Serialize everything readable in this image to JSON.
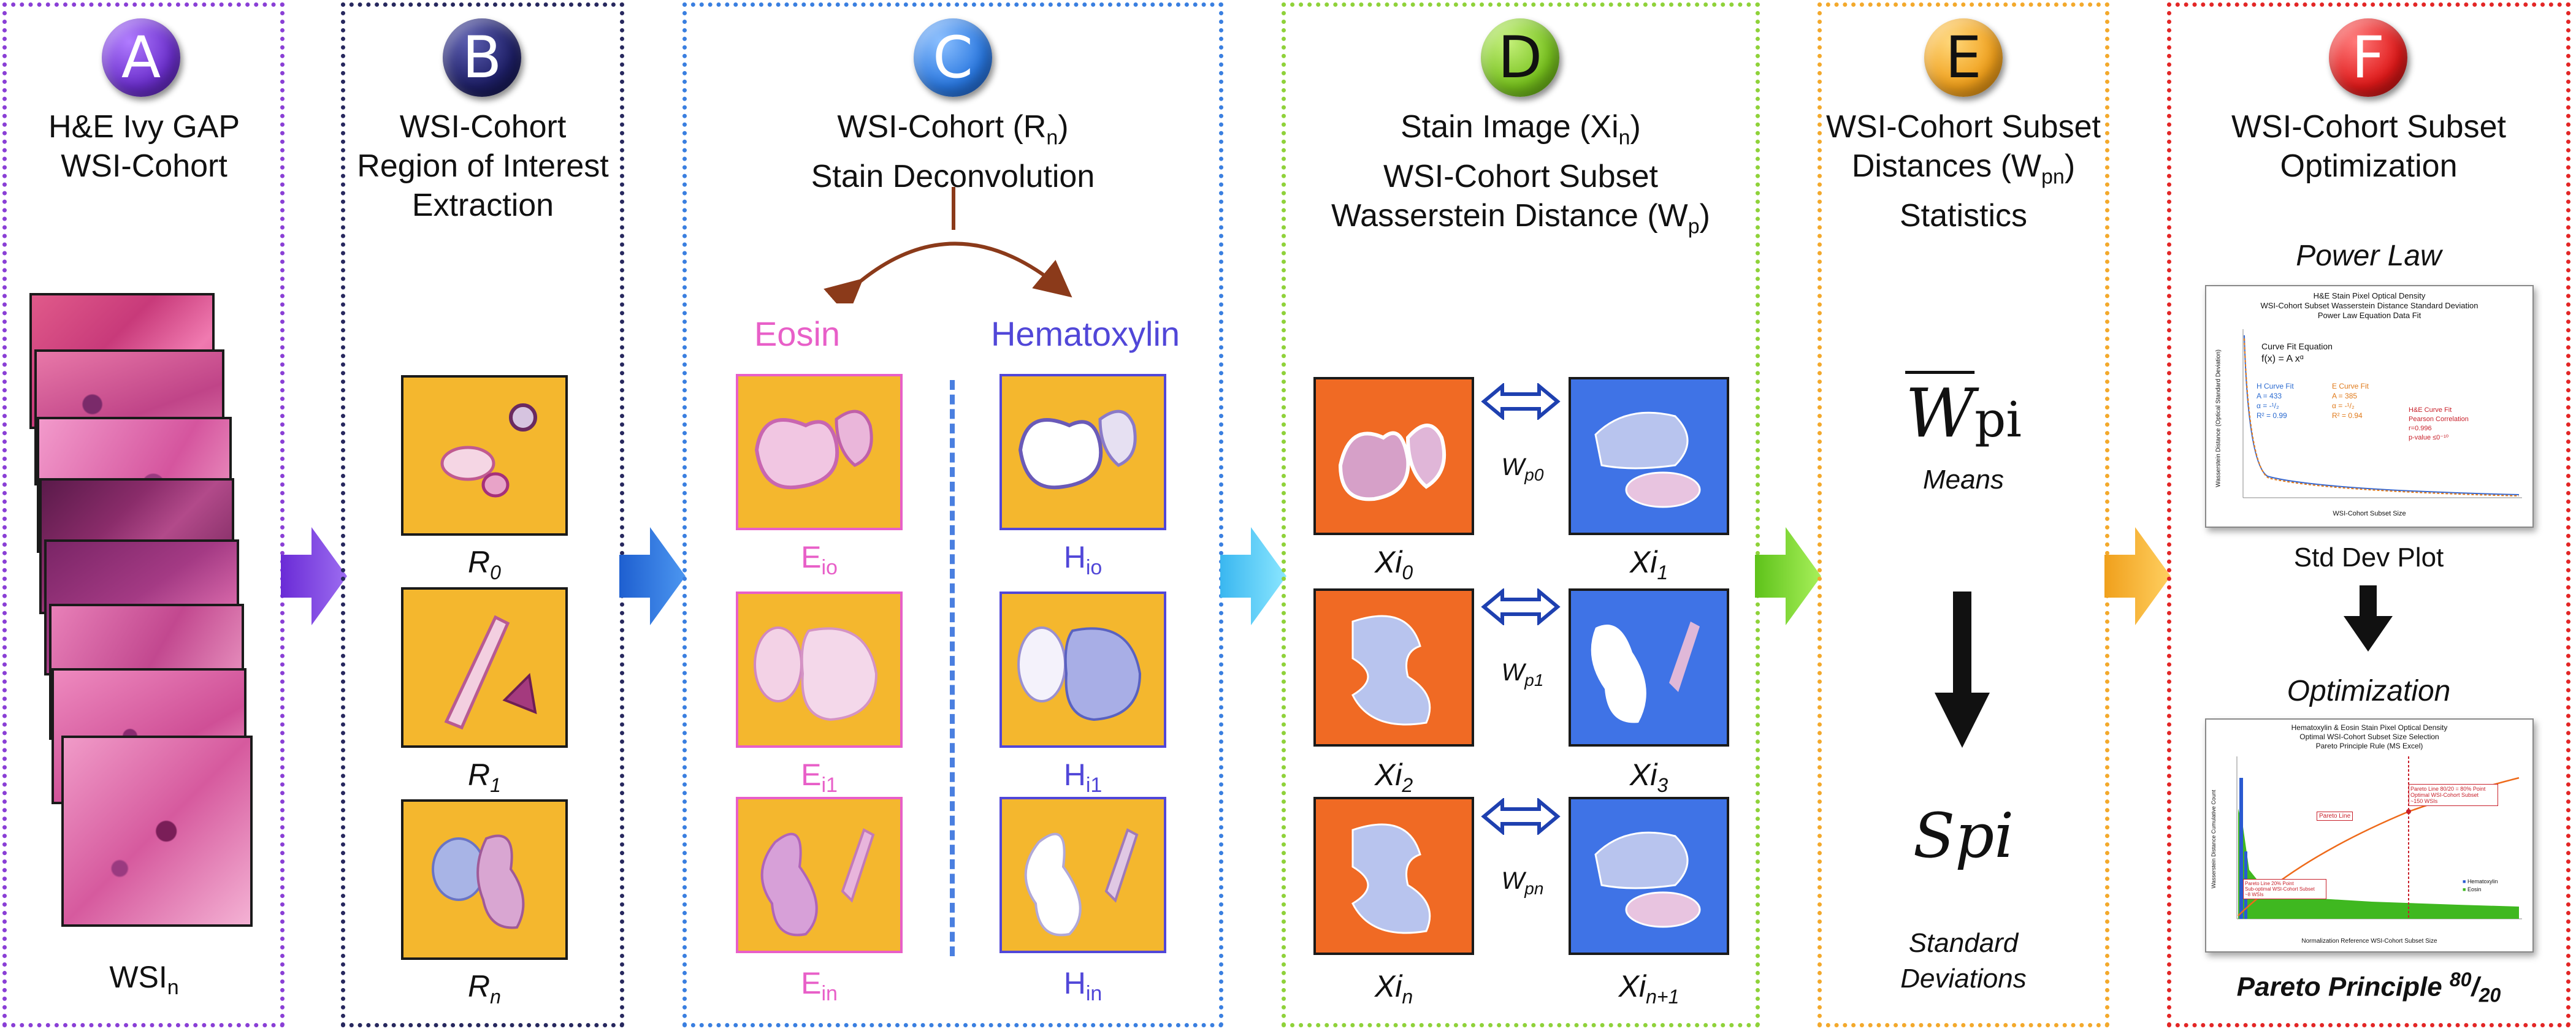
{
  "panels": {
    "a": {
      "badge": "A",
      "title1": "H&E Ivy GAP",
      "title2": "WSI-Cohort",
      "caption_main": "WSI",
      "caption_sub": "n"
    },
    "b": {
      "badge": "B",
      "title1": "WSI-Cohort",
      "title2": "Region of Interest",
      "title3": "Extraction",
      "tiles": [
        {
          "main": "R",
          "sub": "0"
        },
        {
          "main": "R",
          "sub": "1"
        },
        {
          "main": "R",
          "sub": "n"
        }
      ]
    },
    "c": {
      "badge": "C",
      "title1_main": "WSI-Cohort (R",
      "title1_sub": "n",
      "title1_end": ")",
      "title2": "Stain Deconvolution",
      "eosin_label": "Eosin",
      "hema_label": "Hematoxylin",
      "eosin_tiles": [
        {
          "main": "E",
          "sub": "io"
        },
        {
          "main": "E",
          "sub": "i1"
        },
        {
          "main": "E",
          "sub": "in"
        }
      ],
      "hema_tiles": [
        {
          "main": "H",
          "sub": "io"
        },
        {
          "main": "H",
          "sub": "i1"
        },
        {
          "main": "H",
          "sub": "in"
        }
      ]
    },
    "d": {
      "badge": "D",
      "title1_main": "Stain Image (Xi",
      "title1_sub": "n",
      "title1_end": ")",
      "title2": "WSI-Cohort Subset",
      "title3_main": "Wasserstein Distance (W",
      "title3_sub": "p",
      "title3_end": ")",
      "left_tiles": [
        {
          "main": "Xi",
          "sub": "0"
        },
        {
          "main": "Xi",
          "sub": "2"
        },
        {
          "main": "Xi",
          "sub": "n"
        }
      ],
      "right_tiles": [
        {
          "main": "Xi",
          "sub": "1"
        },
        {
          "main": "Xi",
          "sub": "3"
        },
        {
          "main": "Xi",
          "sub": "n+1"
        }
      ],
      "distances": [
        {
          "main": "W",
          "sub": "p0"
        },
        {
          "main": "W",
          "sub": "p1"
        },
        {
          "main": "W",
          "sub": "pn"
        }
      ]
    },
    "e": {
      "badge": "E",
      "title1": "WSI-Cohort Subset",
      "title2_main": "Distances (W",
      "title2_sub": "pn",
      "title2_end": ")",
      "title3": "Statistics",
      "mean_symbol": "W",
      "mean_sub": "pi",
      "mean_label": "Means",
      "std_symbol": "Spi",
      "std_label1": "Standard",
      "std_label2": "Deviations"
    },
    "f": {
      "badge": "F",
      "title1": "WSI-Cohort Subset",
      "title2": "Optimization",
      "power_law_label": "Power Law",
      "std_plot": {
        "title1": "H&E Stain Pixel Optical Density",
        "title2": "WSI-Cohort Subset Wasserstein Distance Standard Deviation",
        "title3": "Power Law Equation Data Fit",
        "fit_heading": "Curve Fit Equation",
        "fit_eq": "f(x) = A xᵅ",
        "h_fit": [
          "H Curve Fit",
          "A = 433",
          "α = -¹/₂",
          "R² = 0.99"
        ],
        "e_fit": [
          "E Curve Fit",
          "A = 385",
          "α = -¹/₂",
          "R² = 0.94"
        ],
        "he_fit": [
          "H&E Curve Fit",
          "Pearson Correlation",
          "r=0.996",
          "p-value ≤0⁻¹⁰"
        ],
        "ylabel": "Wasserstein Distance (Optical Standard Deviation)",
        "xlabel": "WSI-Cohort Subset Size"
      },
      "std_dev_caption": "Std Dev Plot",
      "optimization_label": "Optimization",
      "pareto_plot": {
        "title1": "Hematoxylin & Eosin Stain Pixel Optical Density",
        "title2": "Optimal WSI-Cohort Subset Size Selection",
        "title3": "Pareto Principle Rule (MS Excel)",
        "legend": [
          "Hematoxylin",
          "Eosin"
        ],
        "callout": "Pareto Line 80/20 = 80% Point\nOptimal WSI-Cohort Subset\n~150 WSIs",
        "pareto_line": "Pareto Line",
        "small_note": "Pareto Line 20% Point\nSub-optimal WSI-Cohort Subset\n~8 WSIs",
        "xlabel": "Normalization Reference WSI-Cohort Subset Size",
        "ylabel": "Wasserstein Distance Cumulative Count"
      },
      "pareto_caption_main": "Pareto Principle ",
      "pareto_caption_sup": "80",
      "pareto_caption_slash": "/",
      "pareto_caption_sub": "20"
    }
  },
  "colors": {
    "a": "#8a3fd6",
    "b": "#27285e",
    "c": "#3a7fe0",
    "d": "#8fd23a",
    "e": "#f3a92c",
    "f": "#e32626",
    "eosin": "#e85fc8",
    "hematoxylin": "#5147d8",
    "tile_gold": "#f4b72e",
    "tile_orange": "#f06a24",
    "tile_blue": "#3f73e6"
  }
}
